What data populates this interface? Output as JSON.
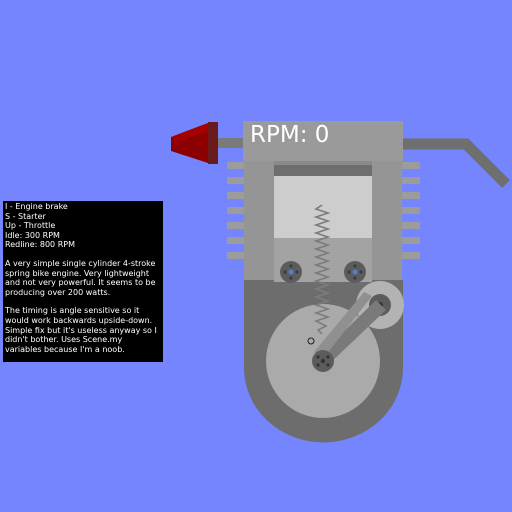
{
  "hud": {
    "rpm_text": "RPM: 0"
  },
  "info": {
    "controls": [
      "I - Engine brake",
      "S - Starter",
      "Up - Throttle",
      "Idle: 300 RPM",
      "Redline: 800 RPM"
    ],
    "description": "A very simple single cylinder 4-stroke spring bike engine. Very lightweight and not very powerful. It seems to be producing over 200 watts.",
    "notes": "The timing is angle sensitive so it would work backwards upside-down. Simple fix but it's useless anyway so I didn't bother. Uses Scene.my variables because I'm a noob."
  },
  "colors": {
    "background": "#7485fe",
    "engine_dark": "#6e6e6e",
    "engine_mid": "#8c8c8c",
    "engine_light": "#a8a8a8",
    "intake_red": "#8c0000"
  }
}
